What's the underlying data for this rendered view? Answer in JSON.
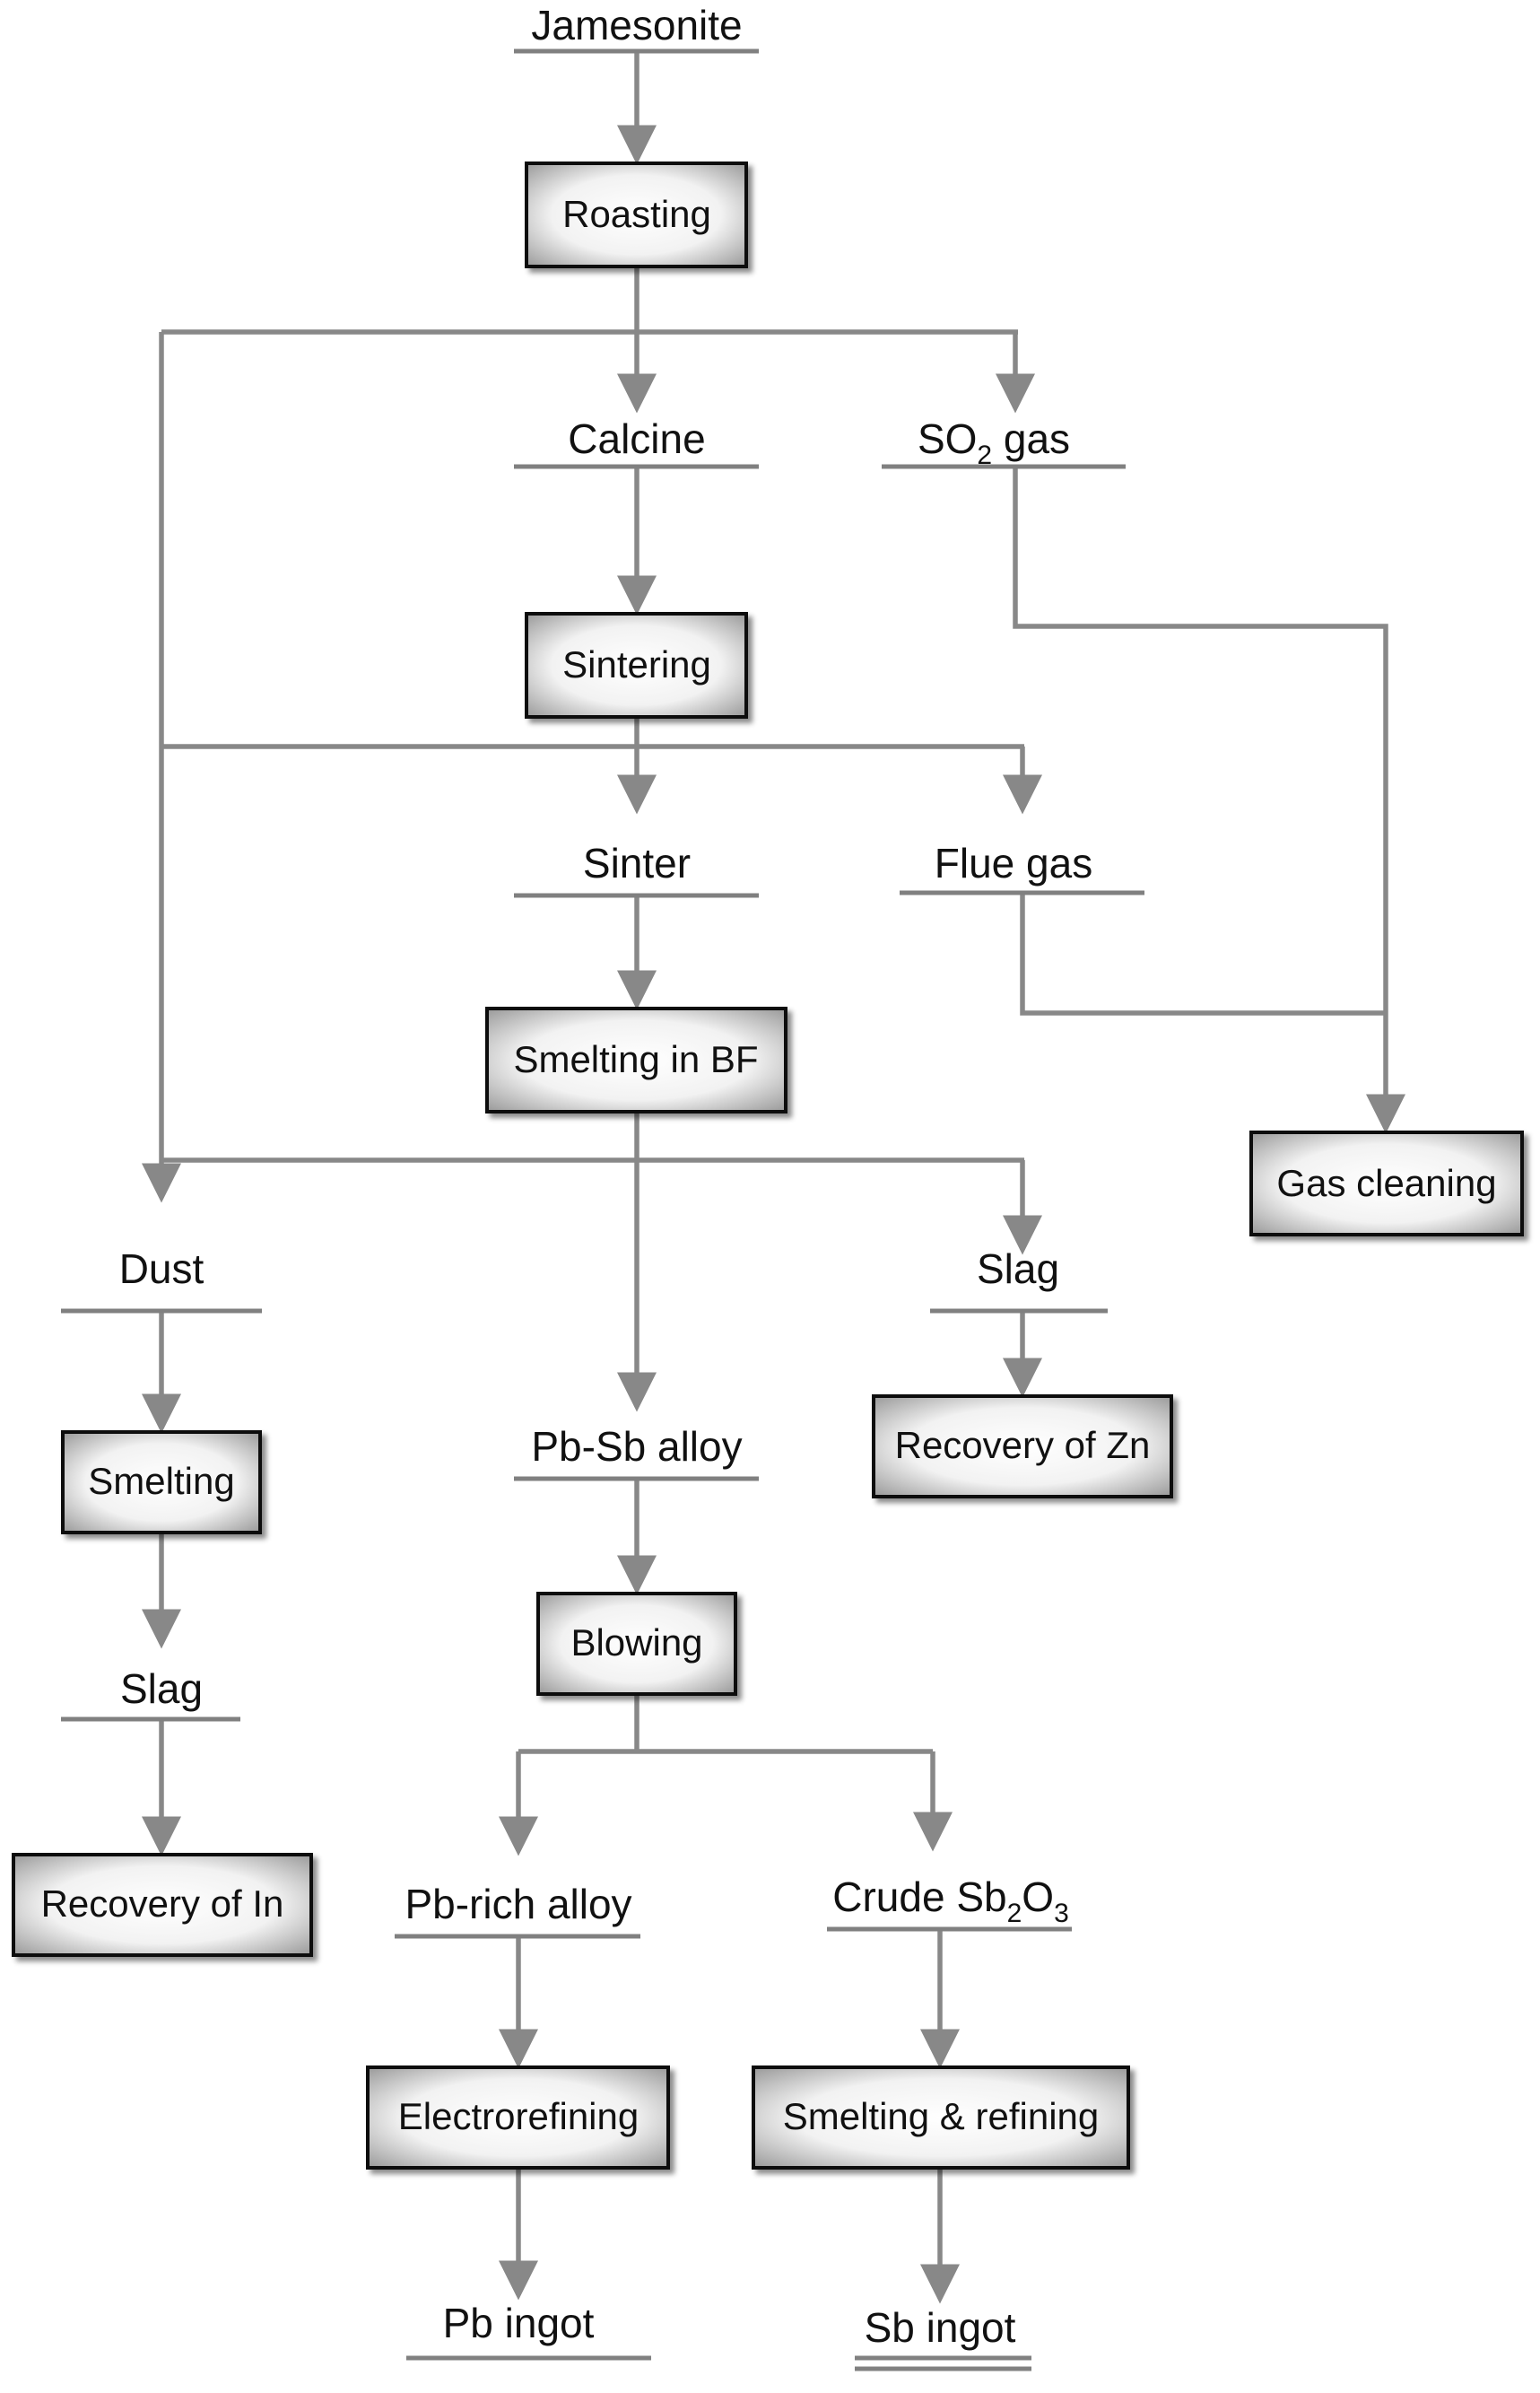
{
  "materials": {
    "jamesonite": "Jamesonite",
    "calcine": "Calcine",
    "so2_gas_prefix": "SO",
    "so2_gas_sub": "2",
    "so2_gas_suffix": " gas",
    "sinter": "Sinter",
    "flue_gas": "Flue gas",
    "dust": "Dust",
    "slag_bf": "Slag",
    "pb_sb_alloy": "Pb-Sb alloy",
    "slag_dust": "Slag",
    "pb_rich_alloy": "Pb-rich alloy",
    "crude_sb2o3_a": "Crude Sb",
    "crude_sb2o3_b": "2",
    "crude_sb2o3_c": "O",
    "crude_sb2o3_d": "3",
    "pb_ingot": "Pb ingot",
    "sb_ingot": "Sb ingot"
  },
  "processes": {
    "roasting": "Roasting",
    "sintering": "Sintering",
    "smelting_bf": "Smelting in BF",
    "gas_cleaning": "Gas cleaning",
    "smelting": "Smelting",
    "recovery_zn": "Recovery of Zn",
    "blowing": "Blowing",
    "recovery_in": "Recovery of In",
    "electrorefining": "Electrorefining",
    "smelting_refining": "Smelting & refining"
  },
  "colors": {
    "connector": "#888888",
    "underline": "#808080",
    "box_border": "#111111",
    "box_fill_center": "#ffffff",
    "box_fill_edge": "#9a9a9a"
  }
}
